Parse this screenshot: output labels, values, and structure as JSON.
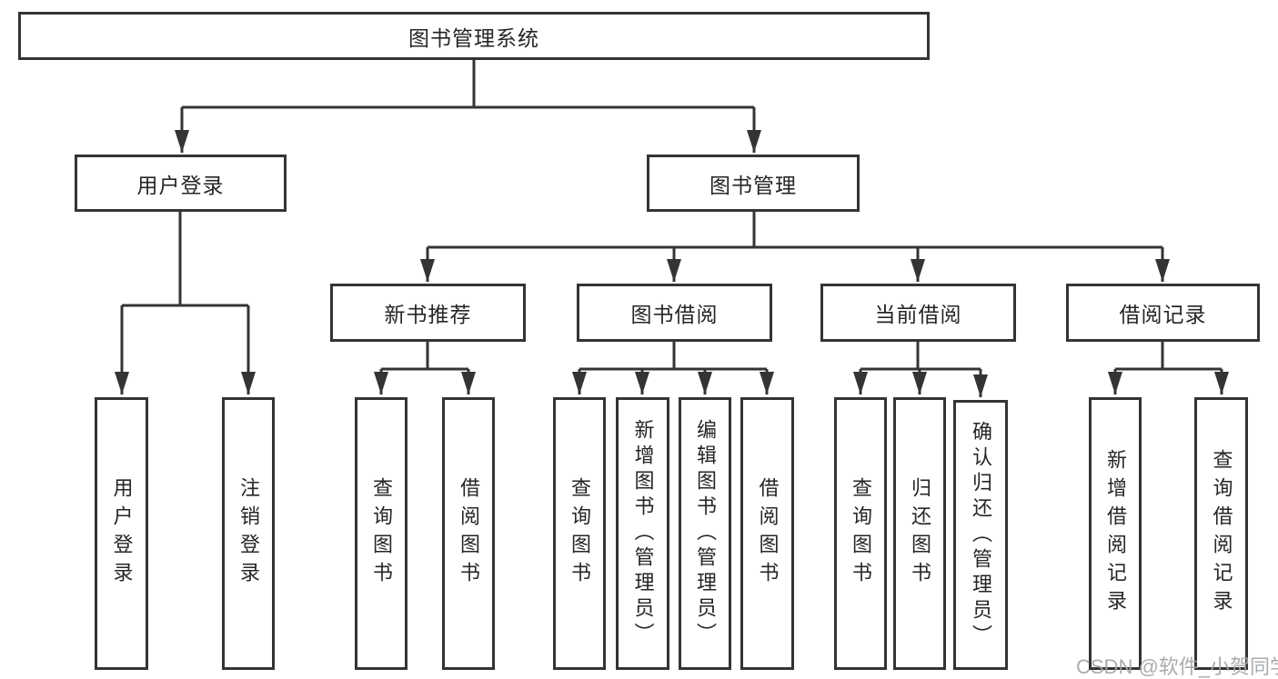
{
  "diagram": {
    "title": "图书管理系统",
    "nodes": {
      "root": {
        "label": "图书管理系统"
      },
      "user_login": {
        "label": "用户登录"
      },
      "book_mgmt": {
        "label": "图书管理"
      },
      "new_book_rec": {
        "label": "新书推荐"
      },
      "book_borrow": {
        "label": "图书借阅"
      },
      "current_borrow": {
        "label": "当前借阅"
      },
      "borrow_record": {
        "label": "借阅记录"
      },
      "leaf_user_login": {
        "label": "用户登录"
      },
      "leaf_logout": {
        "label": "注销登录"
      },
      "rec_query_book": {
        "label": "查询图书"
      },
      "rec_borrow_book": {
        "label": "借阅图书"
      },
      "bb_query_book": {
        "label": "查询图书"
      },
      "bb_add_book": {
        "label": "新增图书（管理员）"
      },
      "bb_edit_book": {
        "label": "编辑图书（管理员）"
      },
      "bb_borrow_book": {
        "label": "借阅图书"
      },
      "cb_query_book": {
        "label": "查询图书"
      },
      "cb_return_book": {
        "label": "归还图书"
      },
      "cb_confirm_return": {
        "label": "确认归还（管理员）"
      },
      "br_add_record": {
        "label": "新增借阅记录"
      },
      "br_query_record": {
        "label": "查询借阅记录"
      }
    }
  },
  "watermark": {
    "text": "CSDN @软件_小贺同学"
  },
  "colors": {
    "line": "#343434",
    "box_border": "#343434",
    "text": "#262626",
    "background": "#ffffff",
    "watermark": "#a2a5a9"
  }
}
